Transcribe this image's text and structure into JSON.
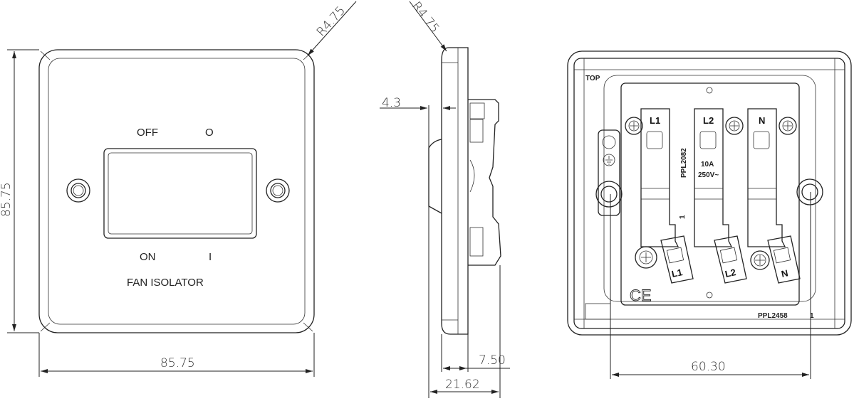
{
  "front_view": {
    "label_off": "OFF",
    "label_o": "O",
    "label_on": "ON",
    "label_i": "I",
    "product_name": "FAN ISOLATOR",
    "dim_height": "85.75",
    "dim_width": "85.75",
    "dim_radius": "R4.75"
  },
  "side_view": {
    "dim_radius": "R4.75",
    "dim_rocker": "4.3",
    "dim_plate_depth": "7.50",
    "dim_total_depth": "21.62"
  },
  "rear_view": {
    "top_label": "TOP",
    "terminals_top": [
      "L1",
      "L2",
      "N"
    ],
    "terminals_bottom": [
      "L1",
      "L2",
      "N"
    ],
    "part_code_switch": "PPL2082",
    "rating_current": "10A",
    "rating_voltage": "250V~",
    "part_code_plate": "PPL2458",
    "revision": "1",
    "switch_mark": "1",
    "ce_mark": "CE",
    "dim_fixing_centres": "60.30"
  }
}
